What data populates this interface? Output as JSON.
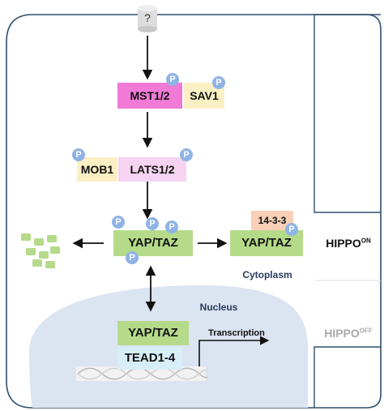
{
  "diagram": {
    "upstream": "?",
    "mst": "MST1/2",
    "sav": "SAV1",
    "mob": "MOB1",
    "lats": "LATS1/2",
    "yaptaz_center": "YAP/TAZ",
    "yaptaz_right": "YAP/TAZ",
    "protein_1433": "14-3-3",
    "cytoplasm": "Cytoplasm",
    "nucleus": "Nucleus",
    "yaptaz_nucleus": "YAP/TAZ",
    "tead": "TEAD1-4",
    "transcription": "Transcription",
    "hippo_on_main": "HIPPO",
    "hippo_on_sup": "ON",
    "hippo_off_main": "HIPPO",
    "hippo_off_sup": "OFF",
    "phospho": "P"
  },
  "colors": {
    "mst": "#f07ad6",
    "sav": "#fbefc4",
    "lats": "#f6d3f0",
    "yaptaz": "#b5db8a",
    "protein_1433": "#f9cfb8",
    "tead": "#d7eef9",
    "nucleus": "#dbe4f1",
    "phospho": "#8fb3e6",
    "fragment": "#b5db8a",
    "hippo_on": "#111111",
    "hippo_off": "#a9a9a9",
    "cytoplasm_text": "#2b3a5e"
  }
}
